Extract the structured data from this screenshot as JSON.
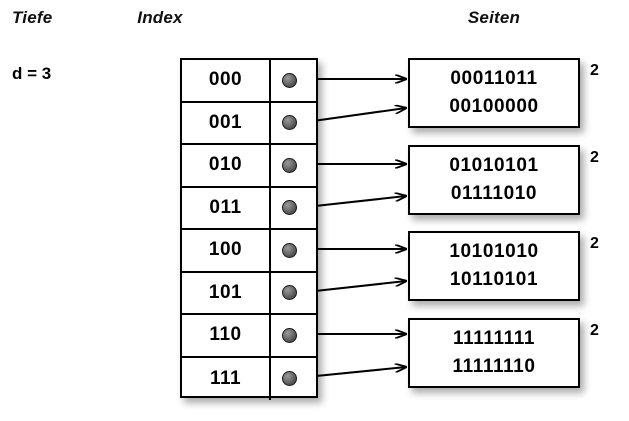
{
  "headers": {
    "depth": "Tiefe",
    "index": "Index",
    "pages": "Seiten"
  },
  "depth": {
    "label": "d = 3"
  },
  "index_table": {
    "rows": [
      {
        "key": "000",
        "pointer": "pointer-dot",
        "target_page": 0
      },
      {
        "key": "001",
        "pointer": "pointer-dot",
        "target_page": 0
      },
      {
        "key": "010",
        "pointer": "pointer-dot",
        "target_page": 1
      },
      {
        "key": "011",
        "pointer": "pointer-dot",
        "target_page": 1
      },
      {
        "key": "100",
        "pointer": "pointer-dot",
        "target_page": 2
      },
      {
        "key": "101",
        "pointer": "pointer-dot",
        "target_page": 2
      },
      {
        "key": "110",
        "pointer": "pointer-dot",
        "target_page": 3
      },
      {
        "key": "111",
        "pointer": "pointer-dot",
        "target_page": 3
      }
    ]
  },
  "pages": [
    {
      "line1": "00011011",
      "line2": "00100000",
      "local_depth": "2"
    },
    {
      "line1": "01010101",
      "line2": "01111010",
      "local_depth": "2"
    },
    {
      "line1": "10101010",
      "line2": "10110101",
      "local_depth": "2"
    },
    {
      "line1": "11111111",
      "line2": "11111110",
      "local_depth": "2"
    }
  ],
  "colors": {
    "background": "#ffffff",
    "stroke": "#000000",
    "dot": "#6f6f6f",
    "shadow": "rgba(0,0,0,0.33)"
  }
}
